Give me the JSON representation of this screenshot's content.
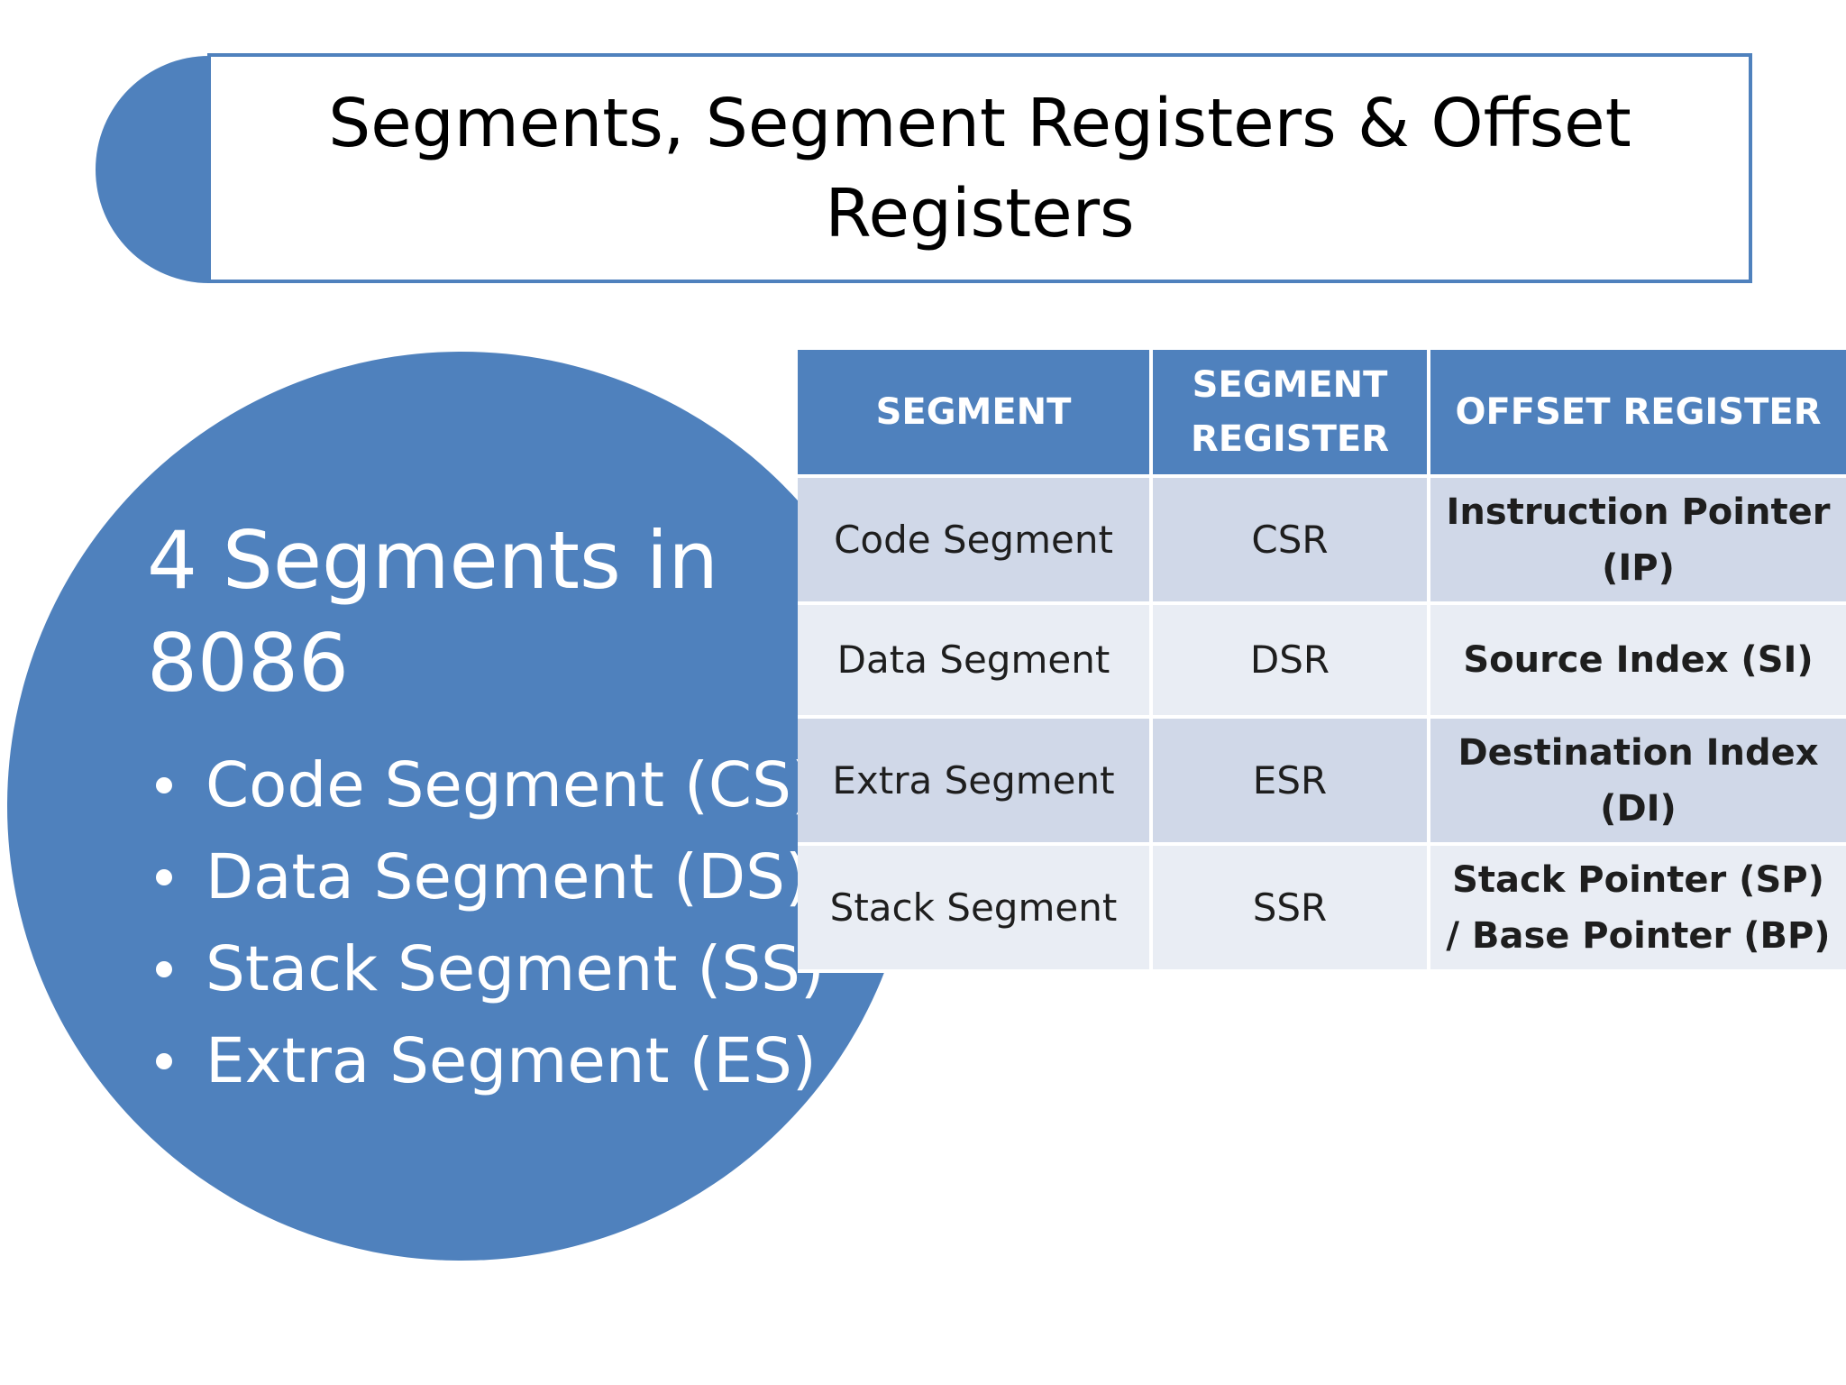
{
  "slide": {
    "title": "Segments, Segment Registers & Offset Registers",
    "colors": {
      "accent": "#4f81bd",
      "row_dark": "#d0d8e8",
      "row_light": "#e9edf4"
    }
  },
  "circle": {
    "heading": "4 Segments in 8086",
    "items": [
      "Code Segment (CS)",
      "Data Segment (DS)",
      "Stack Segment (SS)",
      "Extra Segment (ES)"
    ]
  },
  "table": {
    "headers": [
      "SEGMENT",
      "SEGMENT REGISTER",
      "OFFSET REGISTER"
    ],
    "rows": [
      [
        "Code Segment",
        "CSR",
        "Instruction Pointer (IP)"
      ],
      [
        "Data Segment",
        "DSR",
        "Source Index (SI)"
      ],
      [
        "Extra Segment",
        "ESR",
        "Destination Index (DI)"
      ],
      [
        "Stack Segment",
        "SSR",
        "Stack Pointer (SP) / Base Pointer (BP)"
      ]
    ]
  }
}
